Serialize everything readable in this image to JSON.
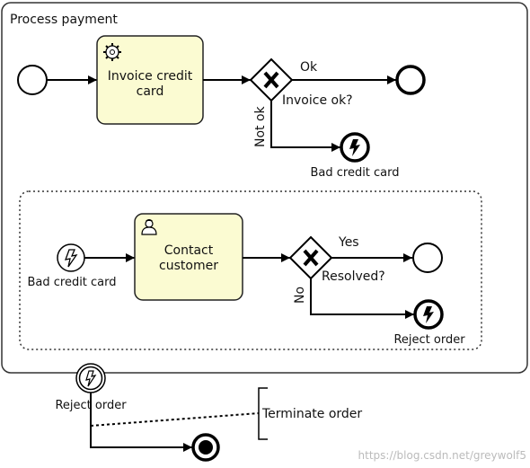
{
  "process": {
    "title": "Process payment"
  },
  "tasks": {
    "invoice": {
      "line1": "Invoice credit",
      "line2": "card"
    },
    "contact": {
      "line1": "Contact",
      "line2": "customer"
    }
  },
  "gateways": {
    "invoice_check": {
      "question": "Invoice ok?",
      "yes_label": "Ok",
      "no_label": "Not ok"
    },
    "resolved_check": {
      "question": "Resolved?",
      "yes_label": "Yes",
      "no_label": "No"
    }
  },
  "events": {
    "bad_credit_end": "Bad credit card",
    "bad_credit_start": "Bad credit card",
    "reject_end": "Reject order",
    "reject_boundary": "Reject order"
  },
  "annotation": {
    "text": "Terminate order"
  },
  "watermark": "https://blog.csdn.net/greywolf5",
  "colors": {
    "task_fill": "#fbfbd2",
    "task_stroke": "#222222",
    "line": "#000000",
    "watermark": "#bbbbbb"
  }
}
